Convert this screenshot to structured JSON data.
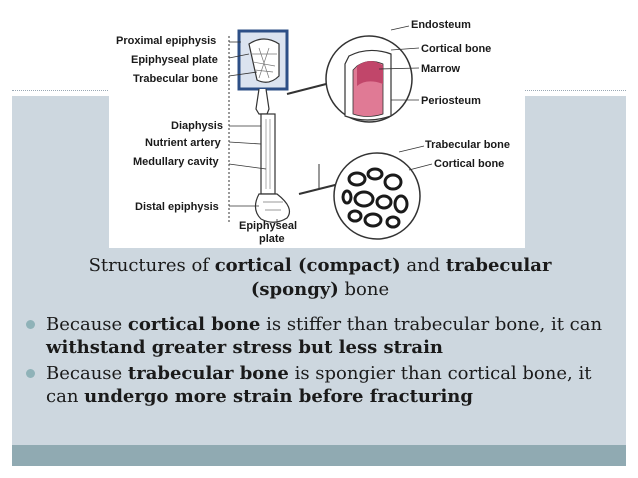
{
  "diagram": {
    "labels": {
      "proximal_epiphysis": "Proximal epiphysis",
      "epiphyseal_plate": "Epiphyseal plate",
      "trabecular_bone": "Trabecular bone",
      "diaphysis": "Diaphysis",
      "nutrient_artery": "Nutrient artery",
      "medullary_cavity": "Medullary cavity",
      "distal_epiphysis": "Distal epiphysis",
      "epiphyseal_plate_bottom_1": "Epiphyseal",
      "epiphyseal_plate_bottom_2": "plate",
      "endosteum": "Endosteum",
      "cortical_bone_top": "Cortical bone",
      "marrow": "Marrow",
      "periosteum": "Periosteum",
      "trabecular_bone_right": "Trabecular bone",
      "cortical_bone_right": "Cortical bone"
    },
    "colors": {
      "marrow": "#e07a95",
      "box": "#2d4f86",
      "bone_line": "#333333"
    }
  },
  "caption": {
    "t1": "Structures of ",
    "b1": "cortical (compact)",
    "t2": " and ",
    "b2": "trabecular",
    "b3": "(spongy)",
    "t3": " bone"
  },
  "bullets": [
    {
      "t1": "Because ",
      "b1": "cortical bone",
      "t2": " is stiffer than trabecular bone, it can ",
      "b2": "withstand greater stress but less strain",
      "t3": ""
    },
    {
      "t1": "Because ",
      "b1": "trabecular bone",
      "t2": " is spongier than cortical bone, it can ",
      "b2": "undergo more strain before fracturing",
      "t3": ""
    }
  ],
  "theme": {
    "panel": "#cdd7df",
    "bottom_bar": "#90aab2",
    "bullet": "#8fb2b8"
  }
}
